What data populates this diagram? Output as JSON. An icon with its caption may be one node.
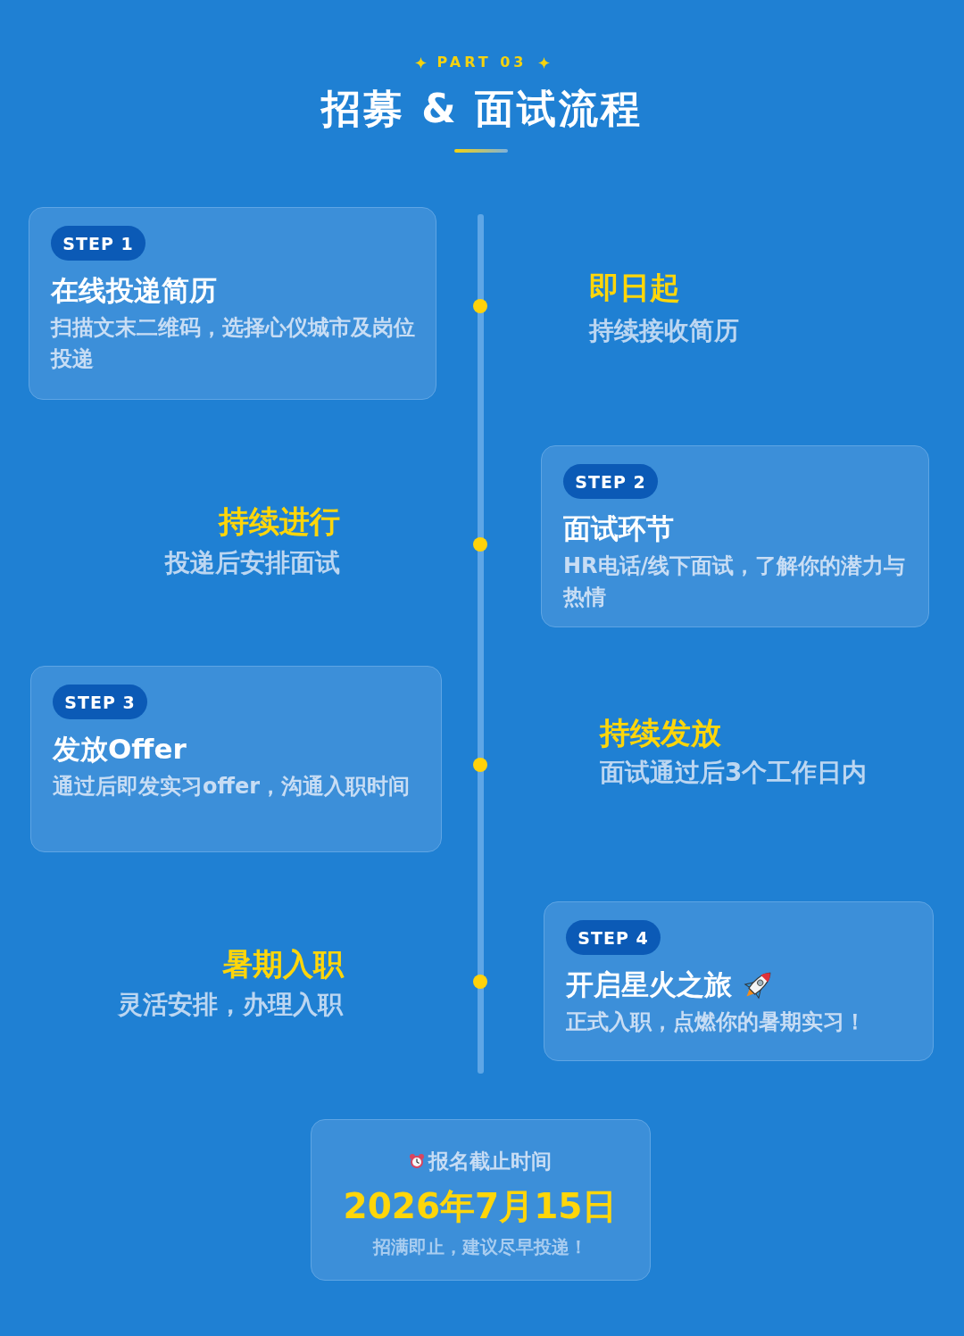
{
  "diagram": {
    "title": "招募 & 面试流程",
    "nodes": [
      {
        "text": [
          "在线投递简历",
          "扫描文末二维码，选择心仪城市及岗位投递"
        ]
      },
      {
        "text": [
          "STEP 1"
        ],
        "in": 0
      },
      {
        "text": [
          "面试环节",
          "HR电话/线下面试，了解你的潜力与热情"
        ]
      },
      {
        "text": [
          "STEP 2"
        ],
        "in": 2
      },
      {
        "text": [
          "发放Offer",
          "通过后即发实习offer，沟通入职时间"
        ]
      },
      {
        "text": [
          "STEP 3"
        ],
        "in": 4
      },
      {
        "text": [
          "开启星火之旅",
          "正式入职，点燃你的暑期实习！"
        ]
      },
      {
        "text": [
          "STEP 4"
        ],
        "in": 6
      },
      {
        "text": [
          "报名截止时间",
          "2026年7月15日",
          "招满即止，建议尽早投递！"
        ]
      }
    ],
    "labels": [
      "PART 03",
      "即日起",
      "持续接收简历",
      "持续进行",
      "投递后安排面试",
      "持续发放",
      "面试通过后3个工作日内",
      "暑期入职",
      "灵活安排，办理入职"
    ]
  }
}
